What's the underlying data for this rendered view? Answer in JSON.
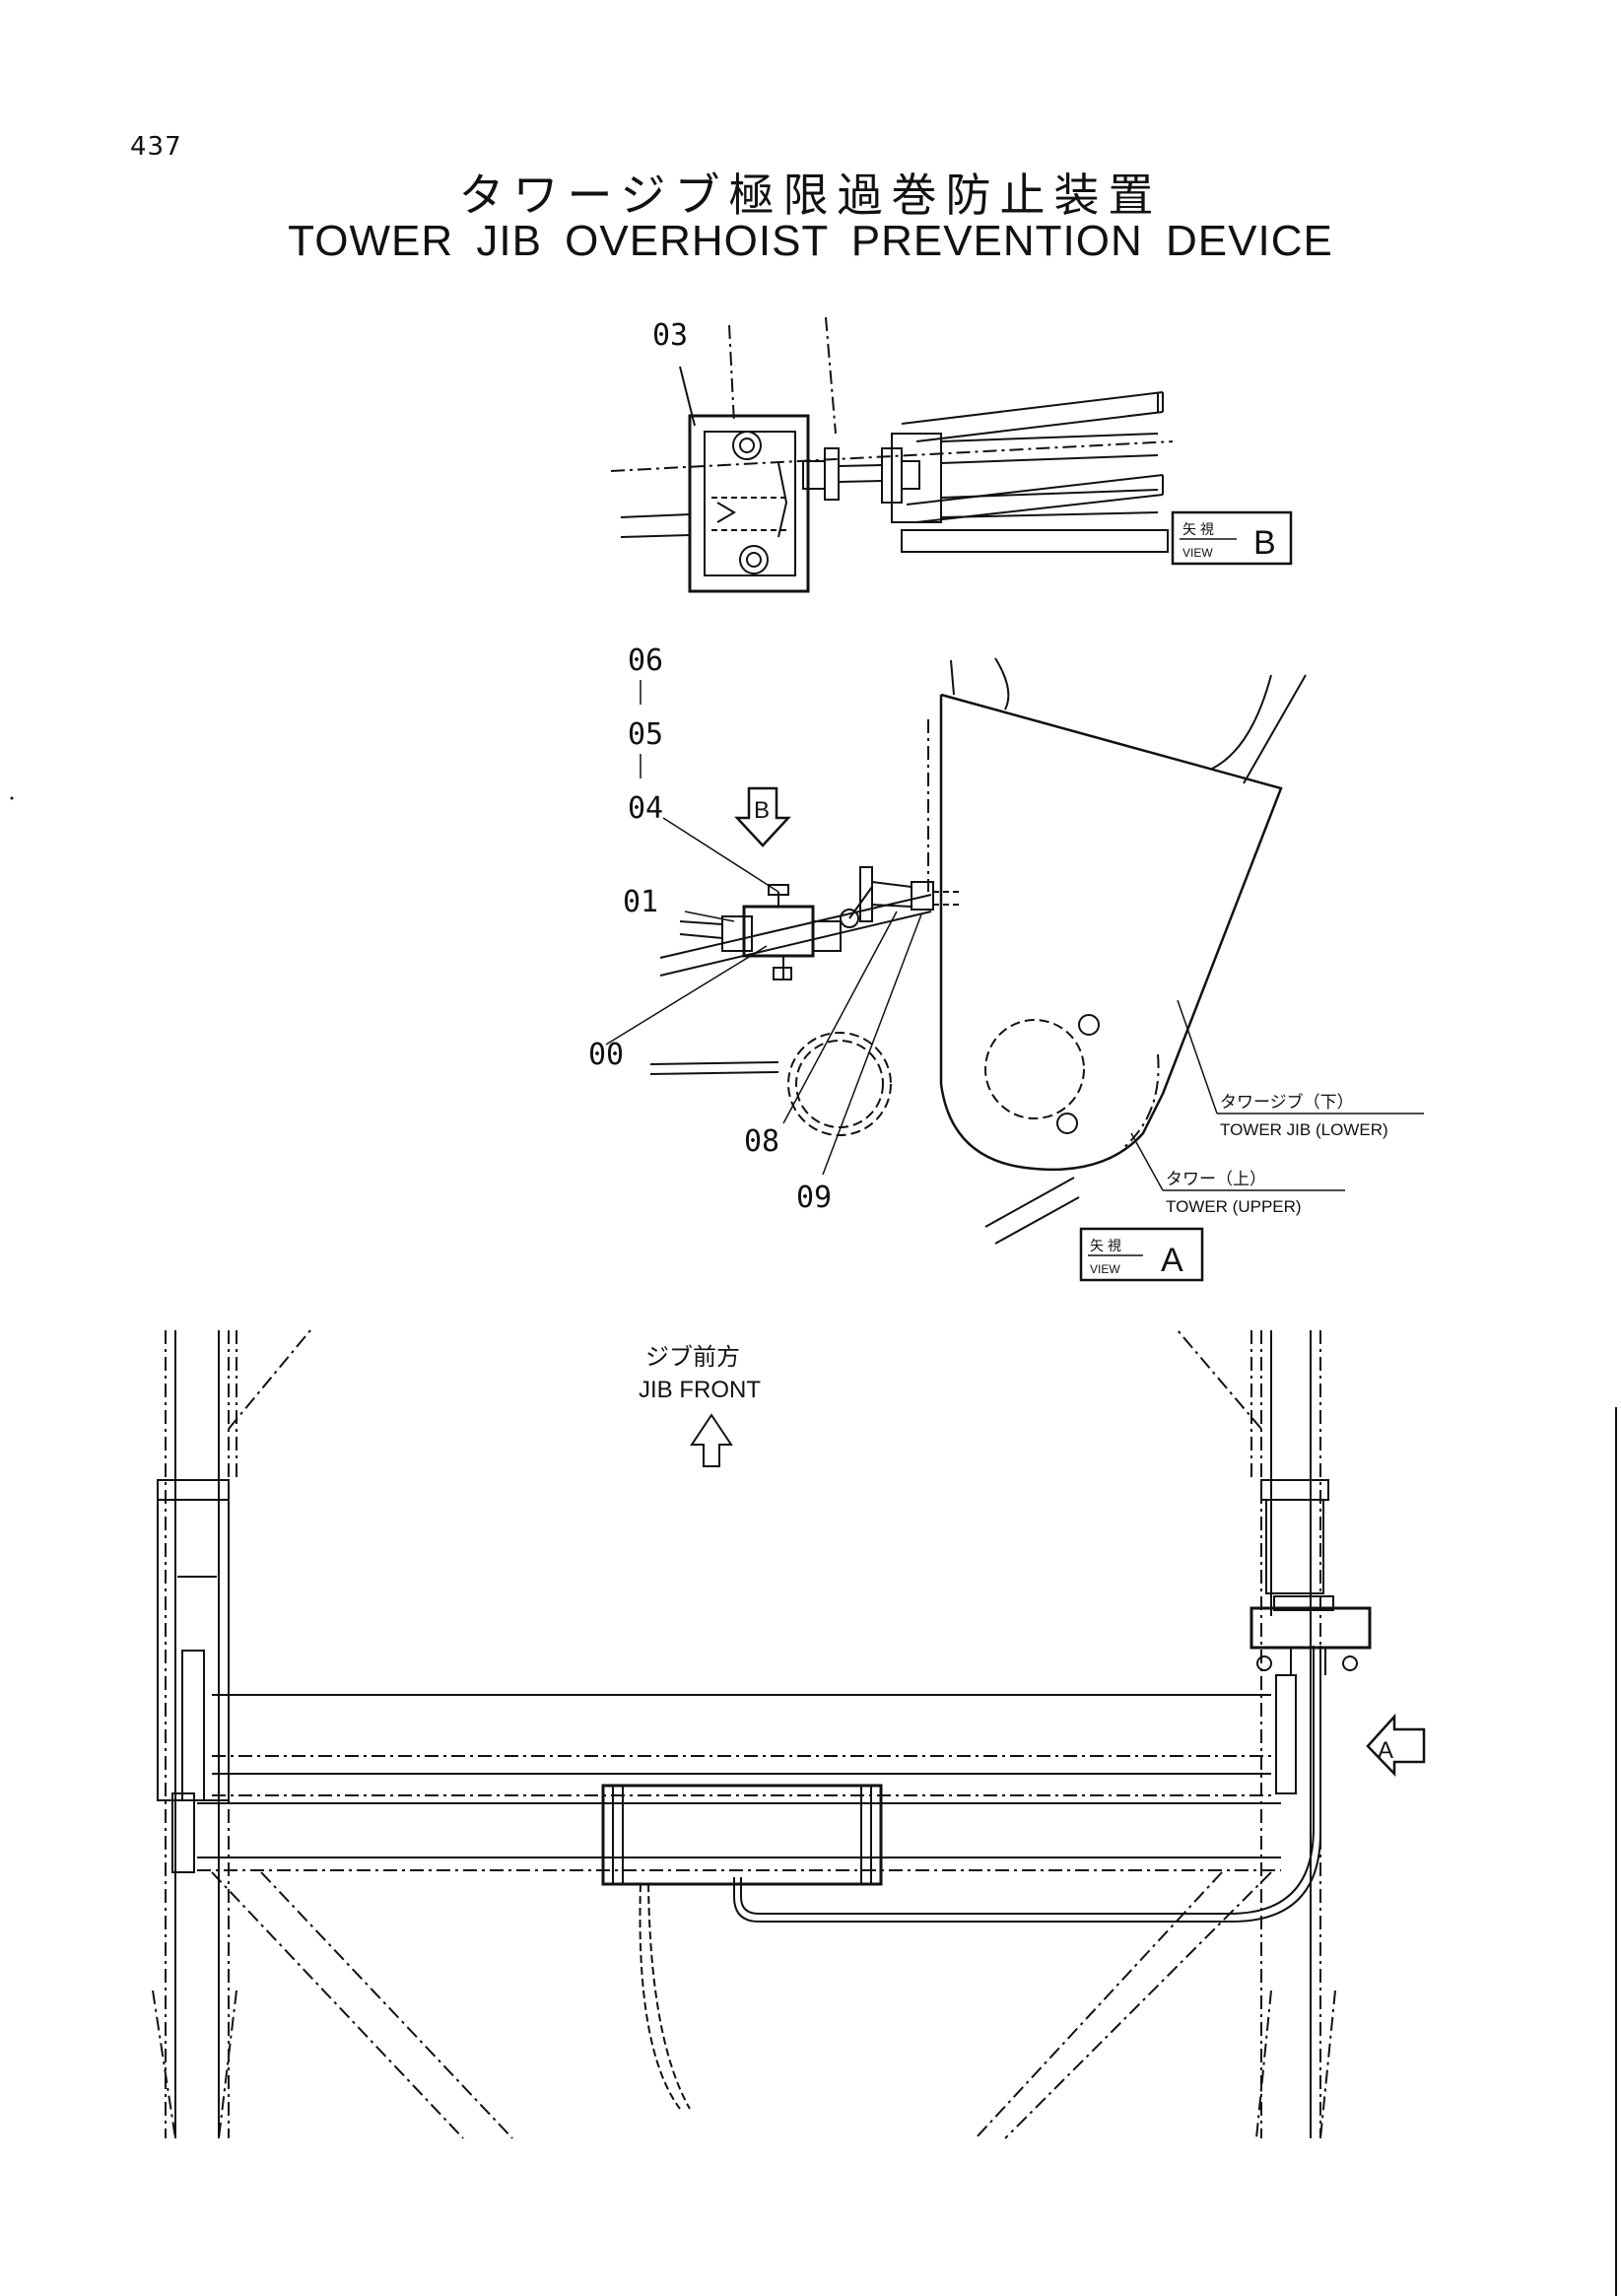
{
  "page_number": "437",
  "title_jp": "タワージブ極限過巻防止装置",
  "title_en": "TOWER JIB OVERHOIST PREVENTION DEVICE",
  "view_b": {
    "jp": "矢 視",
    "en": "VIEW",
    "letter": "B"
  },
  "view_a": {
    "jp": "矢 視",
    "en": "VIEW",
    "letter": "A"
  },
  "part_labels": {
    "p03": "03",
    "p06": "06",
    "p05": "05",
    "p04": "04",
    "p01": "01",
    "p00": "00",
    "p08": "08",
    "p09": "09"
  },
  "arrow_b_letter": "B",
  "arrow_a_letter": "A",
  "callouts": {
    "tower_jib_lower_jp": "タワージブ（下）",
    "tower_jib_lower_en": "TOWER JIB (LOWER)",
    "tower_upper_jp": "タワー（上）",
    "tower_upper_en": "TOWER (UPPER)"
  },
  "jib_front": {
    "jp": "ジブ前方",
    "en": "JIB FRONT"
  }
}
